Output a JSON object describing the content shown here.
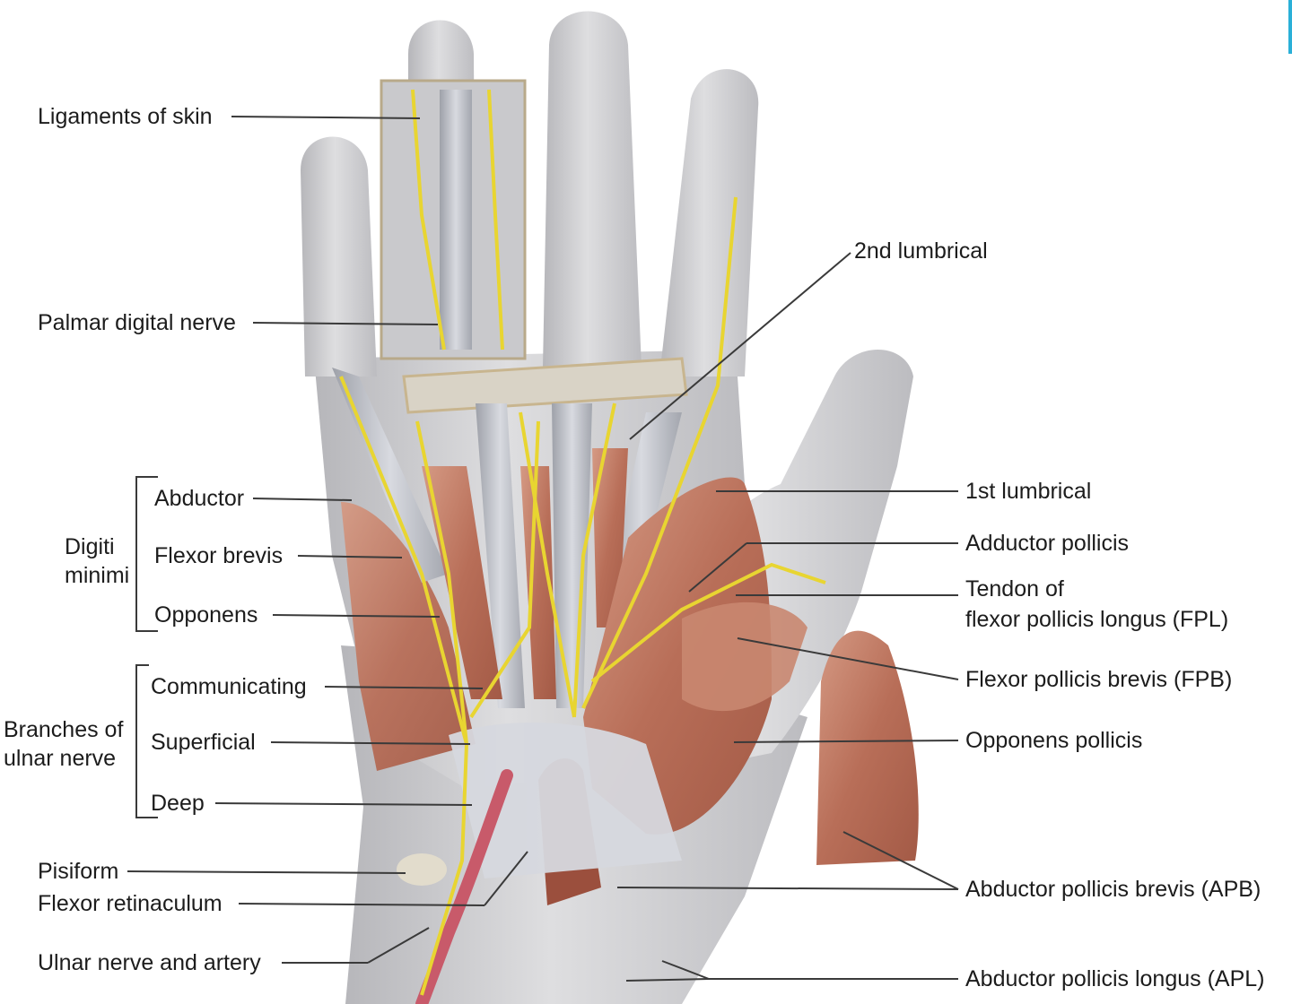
{
  "figure": {
    "colors": {
      "skin": "#cfcfd1",
      "skin_shadow": "#a9a9ad",
      "muscle": "#c27e69",
      "muscle_dark": "#8e4b3a",
      "nerve": "#e8d531",
      "artery": "#c85a6a",
      "tendon": "#b9bcc4",
      "leader_line": "#3a3a3a",
      "corner_mark": "#2ab0d8"
    },
    "left_labels": {
      "ligaments_of_skin": "Ligaments of skin",
      "palmar_digital_nerve": "Palmar digital nerve",
      "abductor": "Abductor",
      "flexor_brevis": "Flexor brevis",
      "opponens": "Opponens",
      "digiti_minimi_line1": "Digiti",
      "digiti_minimi_line2": "minimi",
      "communicating": "Communicating",
      "superficial": "Superficial",
      "deep": "Deep",
      "branches_line1": "Branches of",
      "branches_line2": "ulnar nerve",
      "pisiform": "Pisiform",
      "flexor_retinaculum": "Flexor retinaculum",
      "ulnar_nerve_and_artery": "Ulnar nerve and artery"
    },
    "right_labels": {
      "second_lumbrical": "2nd lumbrical",
      "first_lumbrical": "1st lumbrical",
      "adductor_pollicis": "Adductor pollicis",
      "tendon_fpl_line1": "Tendon of",
      "tendon_fpl_line2": "flexor pollicis longus (FPL)",
      "flexor_pollicis_brevis": "Flexor pollicis brevis (FPB)",
      "opponens_pollicis": "Opponens pollicis",
      "abductor_pollicis_brevis": "Abductor pollicis brevis (APB)",
      "abductor_pollicis_longus": "Abductor pollicis longus (APL)"
    }
  }
}
